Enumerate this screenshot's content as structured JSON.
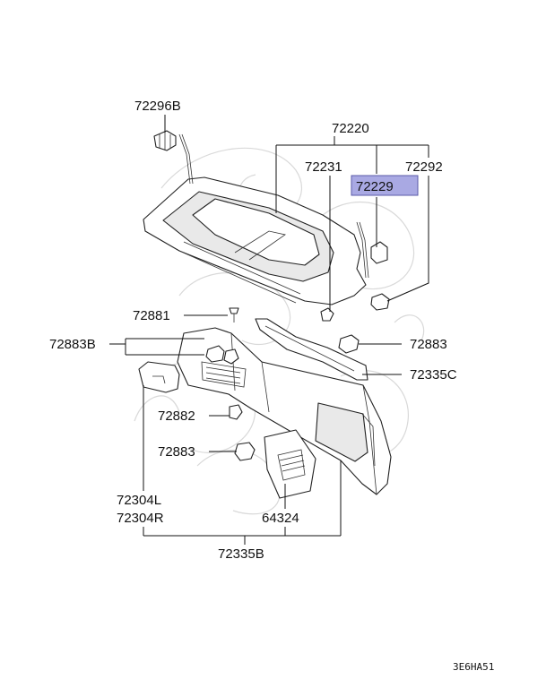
{
  "diagram": {
    "labels": {
      "p72296B": "72296B",
      "p72220": "72220",
      "p72231": "72231",
      "p72292": "72292",
      "p72229": "72229",
      "p72881": "72881",
      "p72883B": "72883B",
      "p72883_right": "72883",
      "p72335C": "72335C",
      "p72882": "72882",
      "p72883_left": "72883",
      "p72304L": "72304L",
      "p72304R": "72304R",
      "p64324": "64324",
      "p72335B": "72335B"
    },
    "diagram_code": "3E6HA51",
    "highlight_color": "#a9a9e3"
  }
}
